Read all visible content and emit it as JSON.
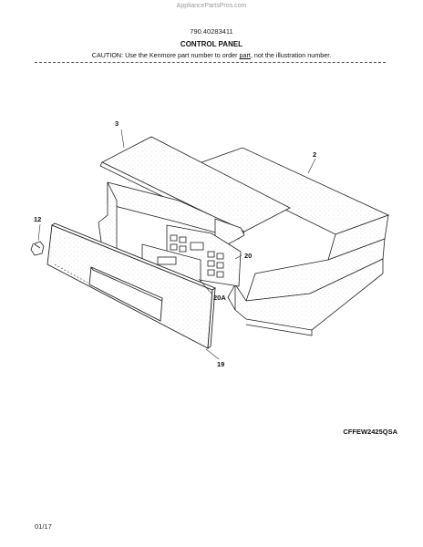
{
  "header": {
    "watermark": "AppliancePartsPros.com",
    "doc_number": "790.40283411",
    "title": "CONTROL PANEL",
    "caution_prefix": "CAUTION: Use the Kenmore part number to order ",
    "caution_link": "part",
    "caution_suffix": ", not the illustration number."
  },
  "callouts": {
    "c3": "3",
    "c2": "2",
    "c12": "12",
    "c20": "20",
    "c20a": "20A",
    "c19": "19"
  },
  "model": "CFFEW2425QSA",
  "footer": {
    "date": "01/17"
  }
}
